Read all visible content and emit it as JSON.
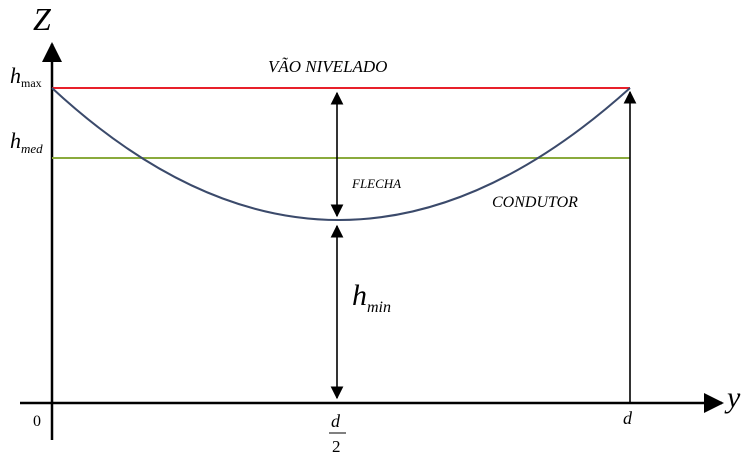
{
  "axes": {
    "z_label": "Z",
    "y_label": "y"
  },
  "levels": {
    "h_max": {
      "base": "h",
      "sub": "max"
    },
    "h_med": {
      "base": "h",
      "sub": "med"
    },
    "h_min": {
      "base": "h",
      "sub": "min"
    }
  },
  "annotations": {
    "span_label": "VÃO NIVELADO",
    "sag_label": "FLECHA",
    "conductor_label": "CONDUTOR"
  },
  "ticks": {
    "origin": "0",
    "half_numerator": "d",
    "half_denominator": "2",
    "end": "d"
  },
  "colors": {
    "span_line": "#e8202a",
    "mean_line": "#8aaa3c",
    "conductor": "#3b4a6b",
    "axis": "#000000"
  }
}
